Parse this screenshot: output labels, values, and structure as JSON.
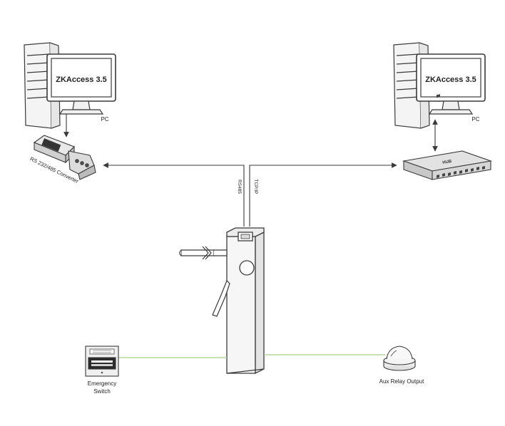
{
  "left_pc": {
    "screen_text": "ZKAccess 3.5",
    "label": "PC"
  },
  "right_pc": {
    "screen_text": "ZKAccess 3.5",
    "label": "PC"
  },
  "converter": {
    "label": "RS 232/485 Converter"
  },
  "hub": {
    "brand": "HUB"
  },
  "links": {
    "rs485": "RS485",
    "tcpip": "TCP/IP"
  },
  "emergency": {
    "label_line1": "Emergency",
    "label_line2": "Switch"
  },
  "aux": {
    "label": "Aux Relay Output"
  },
  "colors": {
    "line": "#3a3a3a",
    "green_wire": "#a8d08d",
    "device_fill": "#f2f2f2"
  }
}
